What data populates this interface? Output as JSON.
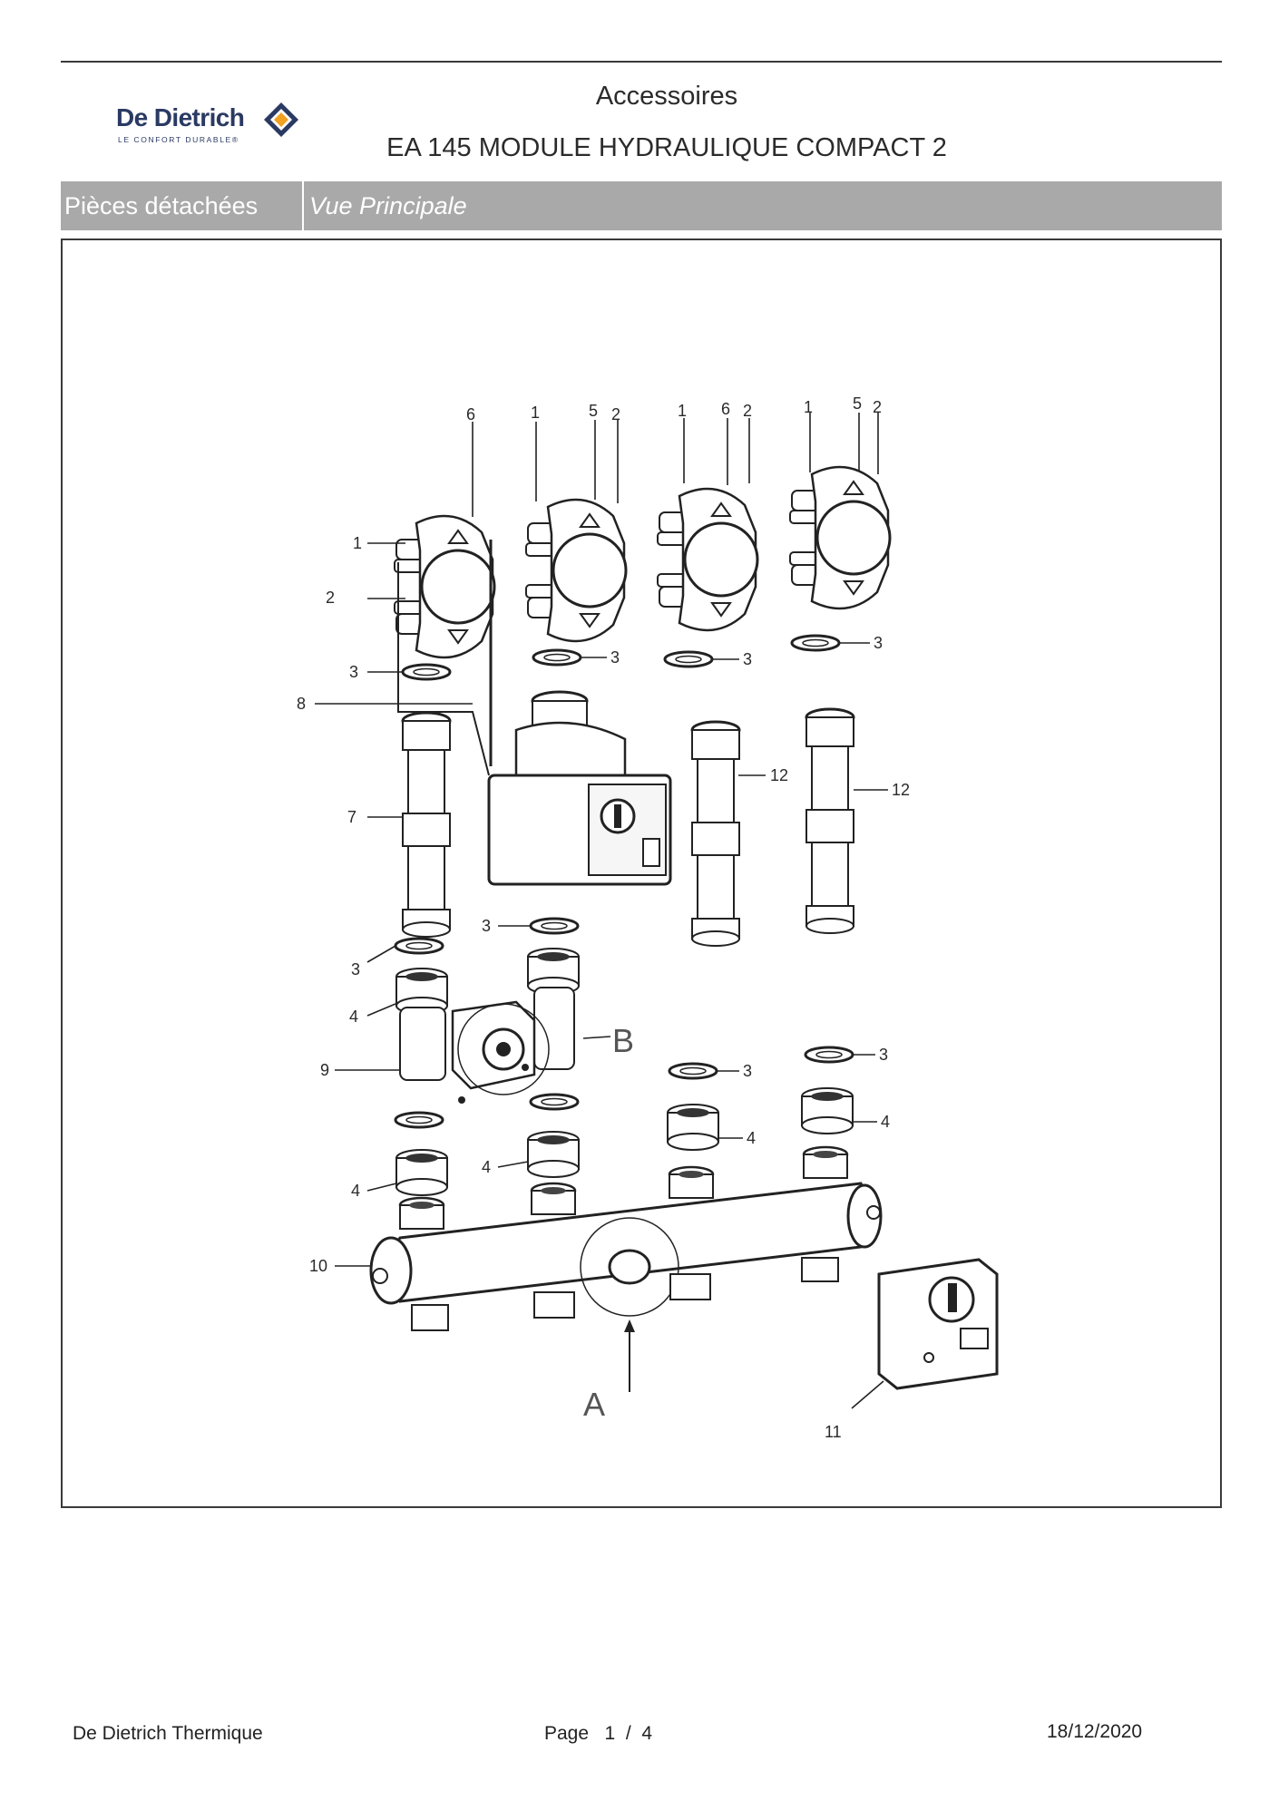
{
  "header": {
    "brand_name": "De Dietrich",
    "brand_tagline": "LE CONFORT DURABLE®",
    "title": "Accessoires",
    "subtitle": "EA 145 MODULE HYDRAULIQUE COMPACT 2"
  },
  "section": {
    "label": "Pièces détachées",
    "view": "Vue Principale"
  },
  "diagram": {
    "callouts": [
      "1",
      "2",
      "3",
      "4",
      "5",
      "6",
      "7",
      "8",
      "9",
      "10",
      "11",
      "12"
    ],
    "detail_labels": [
      "A",
      "B"
    ]
  },
  "footer": {
    "company": "De Dietrich Thermique",
    "page": "Page   1  /  4",
    "date": "18/12/2020"
  },
  "colors": {
    "brand_blue": "#2a3a63",
    "brand_orange": "#f0a022",
    "section_bar": "#a9a9a9"
  }
}
